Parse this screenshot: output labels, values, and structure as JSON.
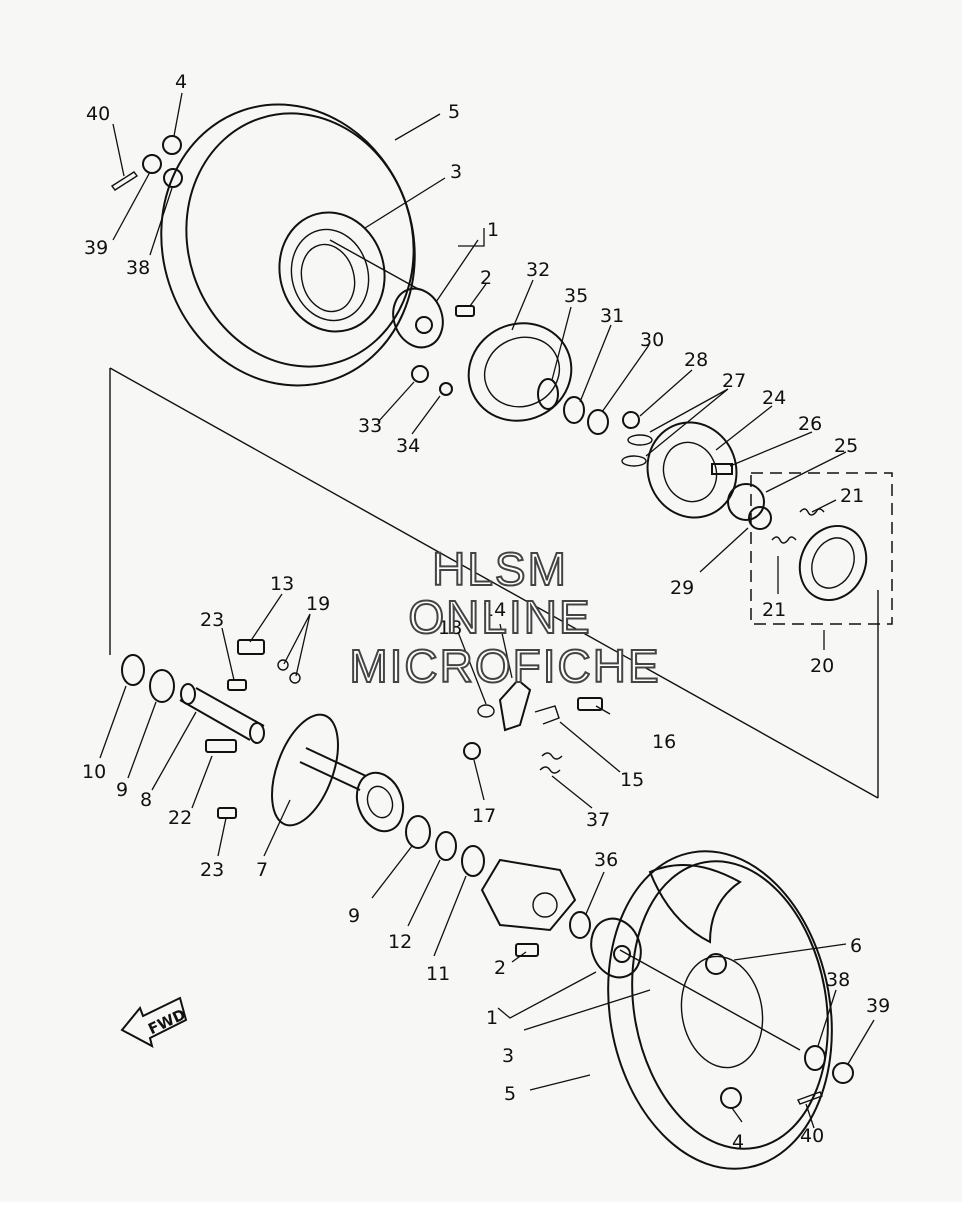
{
  "watermark": {
    "line1": "HLSM",
    "line2": "ONLINE",
    "line3": "MICROFICHE"
  },
  "fwd_label": "FWD",
  "callouts": {
    "c1a": "1",
    "c1b": "1",
    "c2a": "2",
    "c2b": "2",
    "c3a": "3",
    "c3b": "3",
    "c4a": "4",
    "c4b": "4",
    "c5a": "5",
    "c5b": "5",
    "c6": "6",
    "c7": "7",
    "c8": "8",
    "c9a": "9",
    "c9b": "9",
    "c10": "10",
    "c11": "11",
    "c12": "12",
    "c13": "13",
    "c14": "14",
    "c15": "15",
    "c16": "16",
    "c17": "17",
    "c18": "18",
    "c19": "19",
    "c20": "20",
    "c21a": "21",
    "c21b": "21",
    "c22": "22",
    "c23a": "23",
    "c23b": "23",
    "c24": "24",
    "c25": "25",
    "c26": "26",
    "c27": "27",
    "c28": "28",
    "c29": "29",
    "c30": "30",
    "c31": "31",
    "c32": "32",
    "c33": "33",
    "c34": "34",
    "c35": "35",
    "c36": "36",
    "c37": "37",
    "c38a": "38",
    "c38b": "38",
    "c39a": "39",
    "c39b": "39",
    "c40a": "40",
    "c40b": "40"
  }
}
